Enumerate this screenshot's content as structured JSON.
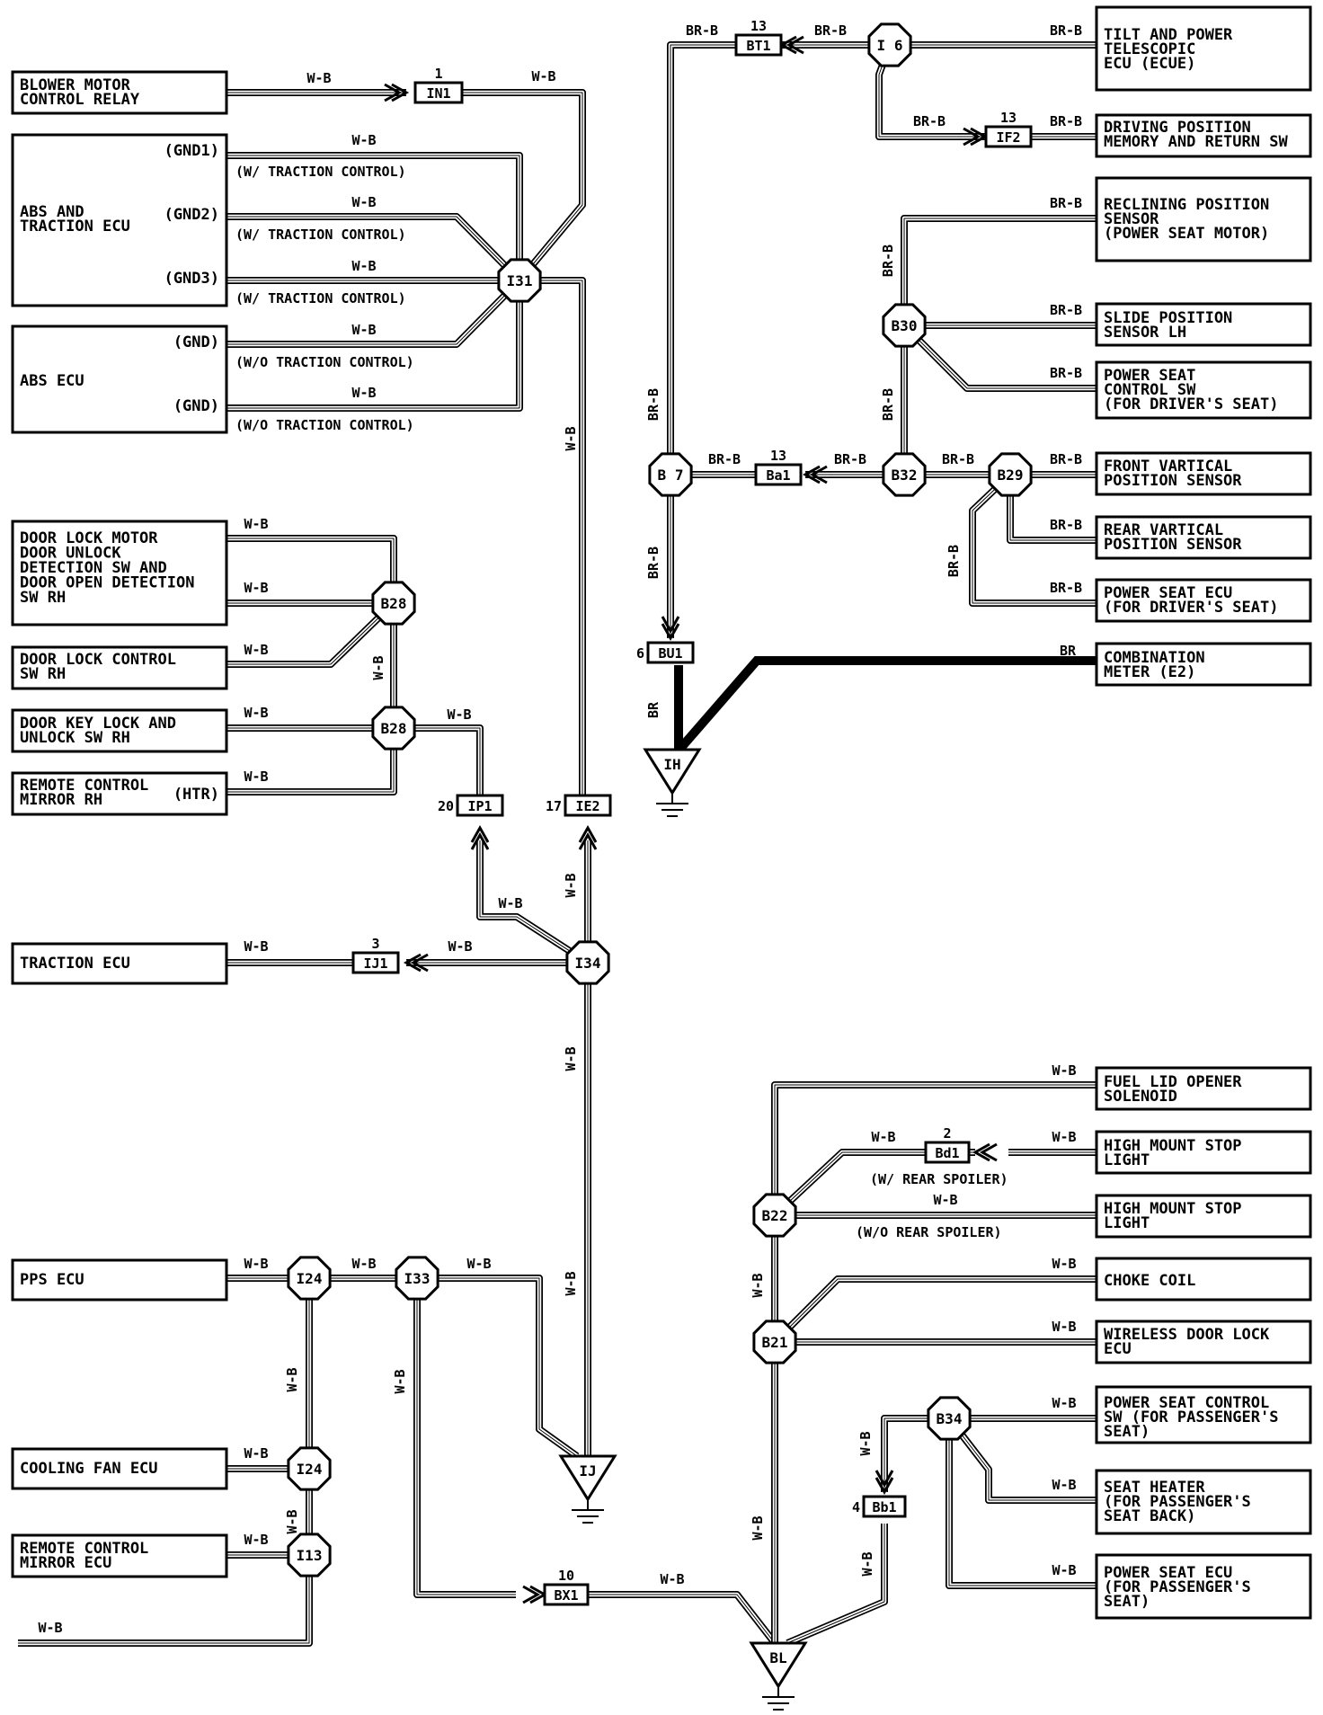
{
  "boxes": {
    "blower": [
      "BLOWER MOTOR",
      "CONTROL RELAY"
    ],
    "abs_tc": [
      "ABS AND",
      "TRACTION ECU"
    ],
    "abs_tc_pins": [
      "(GND1)",
      "(GND2)",
      "(GND3)"
    ],
    "abs": [
      "ABS ECU"
    ],
    "abs_pins": [
      "(GND)",
      "(GND)"
    ],
    "door_lock": [
      "DOOR LOCK MOTOR",
      "DOOR UNLOCK",
      "DETECTION SW AND",
      "DOOR OPEN DETECTION",
      "SW RH"
    ],
    "door_lock_ctrl": [
      "DOOR LOCK CONTROL",
      "SW RH"
    ],
    "door_key": [
      "DOOR KEY LOCK AND",
      "UNLOCK SW RH"
    ],
    "remote_mirror_rh": [
      "REMOTE CONTROL",
      "MIRROR RH"
    ],
    "remote_mirror_rh_pin": "(HTR)",
    "traction": [
      "TRACTION ECU"
    ],
    "pps": [
      "PPS ECU"
    ],
    "cooling": [
      "COOLING FAN ECU"
    ],
    "remote_mirror": [
      "REMOTE CONTROL",
      "MIRROR ECU"
    ],
    "tilt": [
      "TILT AND POWER",
      "TELESCOPIC",
      "ECU (ECUE)"
    ],
    "driving": [
      "DRIVING POSITION",
      "MEMORY AND RETURN SW"
    ],
    "reclining": [
      "RECLINING POSITION",
      "SENSOR",
      "(POWER SEAT MOTOR)"
    ],
    "slide": [
      "SLIDE POSITION",
      "SENSOR LH"
    ],
    "ps_ctrl_driver": [
      "POWER SEAT",
      "CONTROL SW",
      "(FOR DRIVER'S SEAT)"
    ],
    "front_vert": [
      "FRONT VARTICAL",
      "POSITION SENSOR"
    ],
    "rear_vert": [
      "REAR VARTICAL",
      "POSITION SENSOR"
    ],
    "ps_ecu_driver": [
      "POWER SEAT ECU",
      "(FOR DRIVER'S SEAT)"
    ],
    "combination": [
      "COMBINATION",
      "METER (E2)"
    ],
    "fuel": [
      "FUEL LID OPENER",
      "SOLENOID"
    ],
    "hmsl1": [
      "HIGH MOUNT STOP",
      "LIGHT"
    ],
    "hmsl2": [
      "HIGH MOUNT STOP",
      "LIGHT"
    ],
    "choke": [
      "CHOKE COIL"
    ],
    "wireless": [
      "WIRELESS DOOR LOCK",
      "ECU"
    ],
    "ps_ctrl_pass": [
      "POWER SEAT CONTROL",
      "SW (FOR PASSENGER'S",
      "SEAT)"
    ],
    "seat_heater": [
      "SEAT HEATER",
      "(FOR PASSENGER'S",
      " SEAT BACK)"
    ],
    "ps_ecu_pass": [
      "POWER SEAT ECU",
      "(FOR PASSENGER'S",
      " SEAT)"
    ]
  },
  "conditions": {
    "with_tc": "(W/ TRACTION CONTROL)",
    "without_tc": "(W/O TRACTION CONTROL)",
    "with_spoiler": "(W/ REAR SPOILER)",
    "without_spoiler": "(W/O REAR SPOILER)"
  },
  "wire_colors": {
    "wb": "W-B",
    "brb": "BR-B",
    "br": "BR"
  },
  "junctions": {
    "i31": "I31",
    "b28a": "B28",
    "b28b": "B28",
    "i34": "I34",
    "i24a": "I24",
    "i24b": "I24",
    "i13": "I13",
    "i33": "I33",
    "i6": "I 6",
    "b30": "B30",
    "b7": "B 7",
    "b32": "B32",
    "b29": "B29",
    "b22": "B22",
    "b21": "B21",
    "b34": "B34"
  },
  "connectors": {
    "in1": {
      "code": "IN1",
      "pin": "1"
    },
    "ip1": {
      "code": "IP1",
      "pin": "20"
    },
    "ie2": {
      "code": "IE2",
      "pin": "17"
    },
    "ij1": {
      "code": "IJ1",
      "pin": "3"
    },
    "bx1": {
      "code": "BX1",
      "pin": "10"
    },
    "bt1": {
      "code": "BT1",
      "pin": "13"
    },
    "if2": {
      "code": "IF2",
      "pin": "13"
    },
    "ba1": {
      "code": "Ba1",
      "pin": "13"
    },
    "bu1": {
      "code": "BU1",
      "pin": "6"
    },
    "bd1": {
      "code": "Bd1",
      "pin": "2"
    },
    "bb1": {
      "code": "Bb1",
      "pin": "4"
    }
  },
  "grounds": {
    "ij": "IJ",
    "ih": "IH",
    "bl": "BL"
  }
}
